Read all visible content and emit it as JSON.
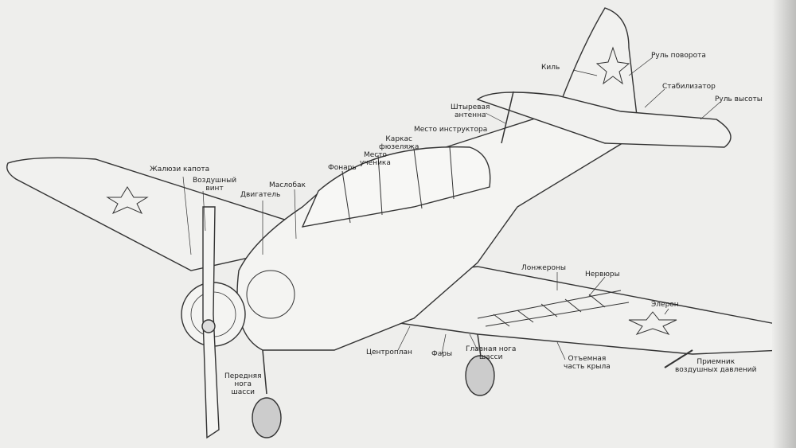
{
  "labels": {
    "kil": "Киль",
    "rul_povorota": "Руль поворота",
    "stabilizator": "Стабилизатор",
    "rul_vysoty": "Руль высоты",
    "antenna_1": "Штыревая",
    "antenna_2": "антенна",
    "mesto_instruktora": "Место инструктора",
    "karkas_1": "Каркас",
    "karkas_2": "фюзеляжа",
    "mesto_uchenika_1": "Место",
    "mesto_uchenika_2": "ученика",
    "fonar": "Фонарь",
    "zhaluzi": "Жалюзи капота",
    "vint_1": "Воздушный",
    "vint_2": "винт",
    "maslobak": "Маслобак",
    "dvigatel": "Двигатель",
    "lonzherony": "Лонжероны",
    "nervyury": "Нервюры",
    "eleron": "Элерон",
    "tsentroplan": "Центроплан",
    "fary": "Фары",
    "glavnaya_1": "Главная нога",
    "glavnaya_2": "шасси",
    "otemnaya_1": "Отъемная",
    "otemnaya_2": "часть крыла",
    "priemnik_1": "Приемник",
    "priemnik_2": "воздушных давлений",
    "perednyaya_1": "Передняя",
    "perednyaya_2": "нога",
    "perednyaya_3": "шасси"
  }
}
